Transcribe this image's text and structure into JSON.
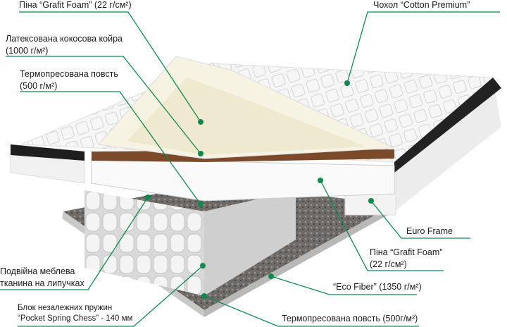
{
  "accent_color": "#0f8a4f",
  "labels": {
    "grafit_top": "Піна “Grafit Foam” (22 г/см²)",
    "coir_line1": "Латексована кокосова койра",
    "coir_line2": "(1000 г/м²)",
    "felt_top_line1": "Термопресована повсть",
    "felt_top_line2": "(500 г/м²)",
    "cover": "Чохол “Cotton Premium”",
    "euro_frame": "Euro Frame",
    "grafit_side_line1": "Піна “Grafit Foam”",
    "grafit_side_line2": "(22 г/см²)",
    "eco_fiber": "“Eco Fiber” (1350 г/м²)",
    "felt_bottom": "Термопресована повсть (500г/м²)",
    "fabric_line1": "Подвійна меблева",
    "fabric_line2": "тканина на липучках",
    "springs_line1": "Блок незалежних пружин",
    "springs_line2": "“Pocket Spring Chess” - 140 мм"
  }
}
